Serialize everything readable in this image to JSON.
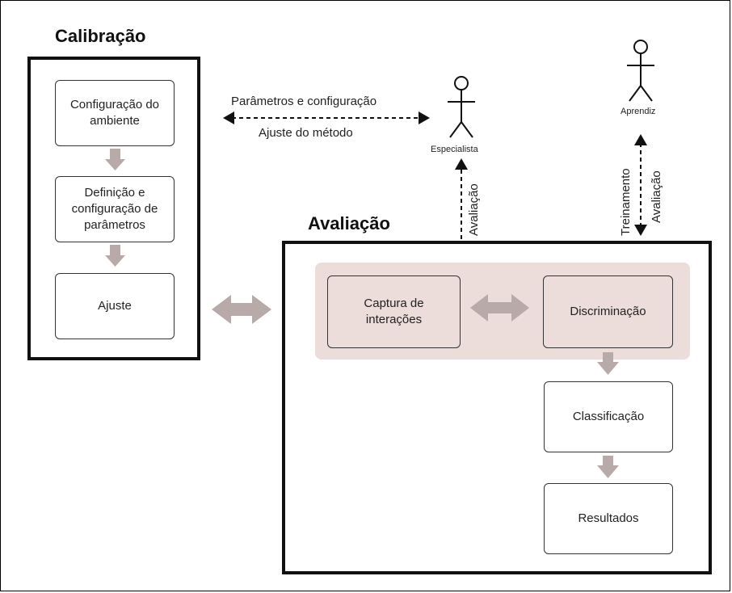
{
  "calibration": {
    "title": "Calibração",
    "steps": {
      "environment": "Configuração do ambiente",
      "parameters": "Definição e configuração de parâmetros",
      "adjustment": "Ajuste"
    }
  },
  "evaluation": {
    "title": "Avaliação",
    "steps": {
      "capture": "Captura de interações",
      "discrimination": "Discriminação",
      "classification": "Classificação",
      "results": "Resultados"
    }
  },
  "actors": {
    "specialist": "Especialista",
    "learner": "Aprendiz"
  },
  "links": {
    "params_config": "Parâmetros e configuração",
    "method_adjust": "Ajuste do método",
    "specialist_eval": "Avaliação",
    "learner_training": "Treinamento",
    "learner_eval": "Avaliação"
  },
  "colors": {
    "arrow_fill": "#b8aaa8",
    "tint": "#ecdcda",
    "border": "#111111"
  },
  "icons": [
    "stick-figure-icon",
    "double-arrow-icon",
    "down-arrow-icon"
  ]
}
